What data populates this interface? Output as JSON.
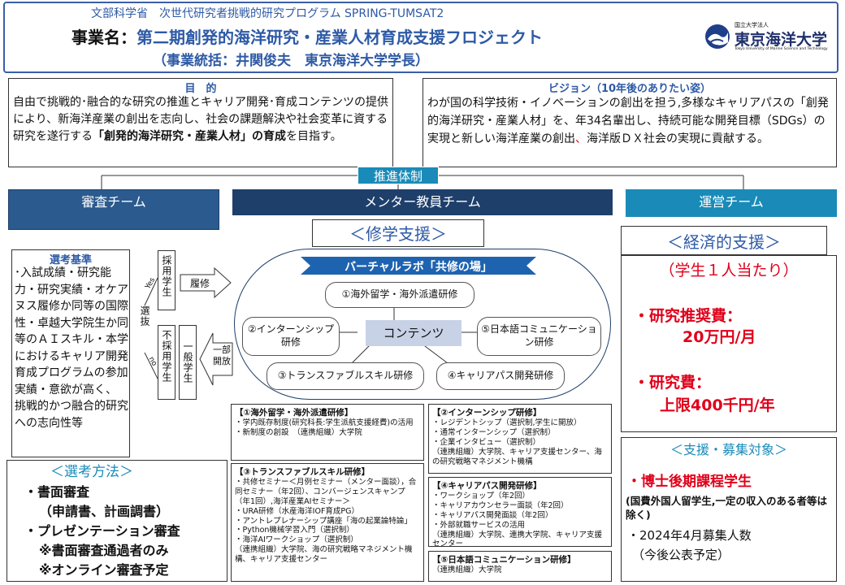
{
  "header": {
    "program": "文部科学省　次世代研究者挑戦的研究プログラム SPRING-TUMSAT2",
    "project_prefix": "事業名：",
    "project_name": "第二期創発的海洋研究・産業人材育成支援フロジェクト",
    "director": "（事業統括：井関俊夫　東京海洋大学学長）",
    "logo_small": "国立大学法人",
    "logo_name": "東京海洋大学",
    "logo_en": "Tokyo University of Marine Science and Technology"
  },
  "purpose": {
    "title": "目　的",
    "text_plain": "自由で挑戦的･融合的な研究の推進とキャリア開発･育成コンテンツの提供により、新海洋産業の創出を志向し、社会の課題解決や社会変革に資する研究を遂行する",
    "text_bold": "「創発的海洋研究・産業人材」の育成",
    "text_end": "を目指す。"
  },
  "vision": {
    "title": "ビジョン（10年後のありたい姿）",
    "text_a": "わが国の科学技術・イノベーションの創出を担う,多様なキャリアパスの「創発的海洋研究・産業人材」を、年34名輩出し、持続可能な開発目標（SDGs）の実現と新しい海洋産業の創出",
    "text_comma": "、",
    "text_b": "海洋版ＤＸ社会の実現に貢献する。"
  },
  "structure": {
    "label": "推進体制",
    "teams": [
      "審査チーム",
      "メンター教員チーム",
      "運営チーム"
    ]
  },
  "selection": {
    "title": "選考基準",
    "text": "･入試成績・研究能力・研究実績・オケアヌス履修か同等の国際性・卓越大学院生か同等のＡＩスキル・本学におけるキャリア開発育成プログラムの参加実績・意欲が高く、 挑戦的かつ融合的研究への志向性等",
    "senbatsu": "選抜",
    "yes": "Yes",
    "no": "no",
    "adopted": "採用学生",
    "not_adopted": "不採用学生",
    "general": "一般学生",
    "arrow_rishu": "履修",
    "arrow_partial": "一部開放"
  },
  "method": {
    "title": "＜選考方法＞",
    "items": [
      "・書面審査",
      "（申請書、計画調書）",
      "・プレゼンテーション審査",
      "※書面審査通過者のみ",
      "※オンライン審査予定"
    ]
  },
  "study_support": {
    "title": "＜修学支援＞",
    "lab": "バーチャルラボ「共修の場」",
    "center": "コンテンツ",
    "items": [
      "①海外留学・海外派遣研修",
      "②インターンシップ研修",
      "③トランスファブルスキル研修",
      "④キャリアパス開発研修",
      "⑤日本語コミュニケーション研修"
    ]
  },
  "details": {
    "d1_title": "【①海外留学・海外派遣研修】",
    "d1_lines": [
      "・学内既存制度(研究科長:学生派航支援経費)の活用",
      "・新制度の創設　（連携組織）大学院"
    ],
    "d2_title": "【②インターンシップ研修】",
    "d2_lines": [
      "・レジデントシップ（選択制,学生に開放）",
      "・通常インターンシップ（選択制）",
      "・企業インタビュー（選択制）",
      "（連携組織）大学院、キャリア支援センター、海の研究戦略マネジメント機構"
    ],
    "d3_title": "【③トランスファブルスキル研修】",
    "d3_lines": [
      "・共修セミナー＜月例セミナー（メンター面談），合同セミナー（年2回）、コンバージェンスキャンプ（年1回）,海洋産業AIセミナー＞",
      "・URA研修（水産海洋IOF育成PG）",
      "・アントレプレナーシップ講座「海の起業論特論」",
      "・Python機械学習入門（選択制）",
      "・海洋AIワークショップ（選択制）",
      "（連携組織）大学院、海の研究戦略マネジメント機構、キャリア支援センター"
    ],
    "d4_title": "【④キャリアパス開発研修】",
    "d4_lines": [
      "・ワークショップ（年2回）",
      "・キャリアカウンセラー面談（年2回）",
      "・キャリアパス開発面談（年2回）",
      "・外部就職サービスの活用",
      "（連携組織）大学院、連携大学院、キャリア支援センター"
    ],
    "d5_title": "【⑤日本語コミュニケーション研修】",
    "d5_lines": [
      "（連携組織）大学院"
    ]
  },
  "economic": {
    "title": "＜経済的支援＞",
    "per": "（学生１人当たり）",
    "item1_label": "・研究推奨費：",
    "item1_value": "20万円/月",
    "item2_label": "・研究費：",
    "item2_value": "上限400千円/年"
  },
  "target": {
    "title": "＜支援・募集対象＞",
    "main": "・博士後期課程学生",
    "note": "(国費外国人留学生,一定の収入のある者等は除く)",
    "recruit": "・2024年4月募集人数",
    "recruit_note": "（今後公表予定）"
  },
  "colors": {
    "header_border": "#3a5fa8",
    "title_blue": "#2e5aa6",
    "team_dark": "#1f3f6b",
    "team_light": "#1a8bb8",
    "lab_bar": "#1e63b0",
    "red": "#e0001a"
  }
}
